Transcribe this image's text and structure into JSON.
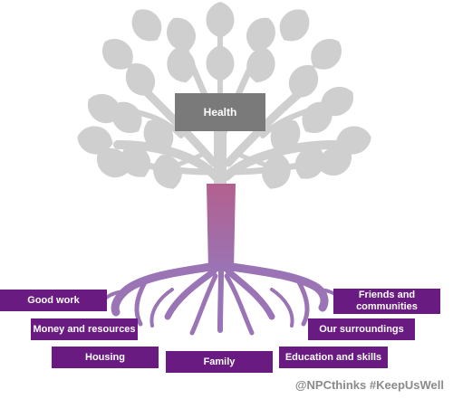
{
  "center": {
    "label": "Health"
  },
  "roots": [
    {
      "id": "good-work",
      "label": "Good work"
    },
    {
      "id": "money-and-resources",
      "label": "Money and resources"
    },
    {
      "id": "housing",
      "label": "Housing"
    },
    {
      "id": "family",
      "label": "Family"
    },
    {
      "id": "education-and-skills",
      "label": "Education and skills"
    },
    {
      "id": "our-surroundings",
      "label": "Our surroundings"
    },
    {
      "id": "friends-and-communities",
      "label": "Friends and\ncommunities"
    }
  ],
  "footer": {
    "hashtag": "@NPCthinks #KeepUsWell"
  },
  "colors": {
    "leaf": "#cfcfcf",
    "trunk_top": "#b3608e",
    "trunk_bottom": "#9a74b5",
    "label_bg": "#6a1b82",
    "health_box": "#7a7a7a"
  }
}
